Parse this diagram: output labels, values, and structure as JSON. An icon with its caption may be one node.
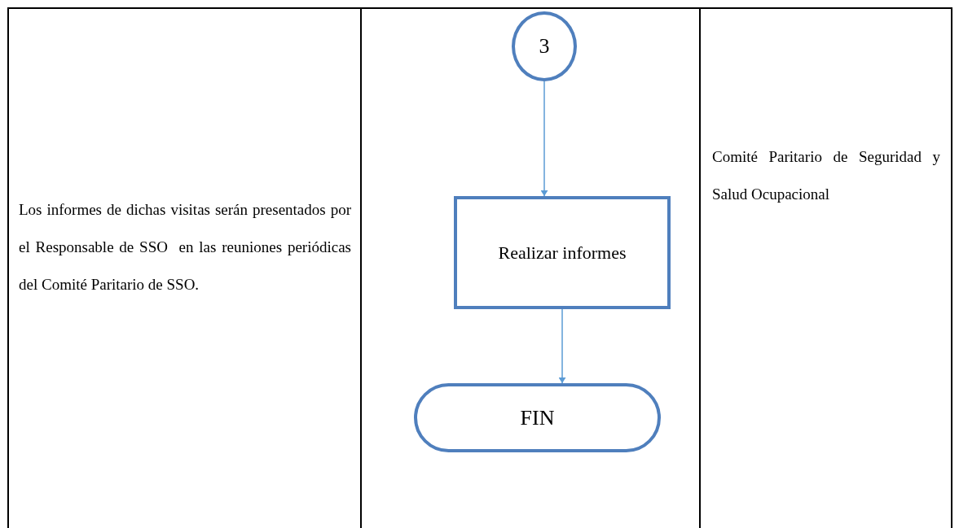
{
  "diagram": {
    "nodes": [
      {
        "text": [
          "3"
        ]
      },
      {
        "text": [
          "Realizar informes"
        ]
      },
      {
        "text": [
          "FIN"
        ]
      }
    ],
    "edges": [
      {
        "from": 0,
        "to": 1,
        "arrow": "to"
      },
      {
        "from": 1,
        "to": 2,
        "arrow": "to"
      }
    ],
    "labels": [
      "Los informes de dichas visitas serán presentados por el Responsable de SSO  en las reuniones periódicas del Comité Paritario de SSO.",
      "Comité Paritario de Seguridad y Salud Ocupacional"
    ]
  }
}
